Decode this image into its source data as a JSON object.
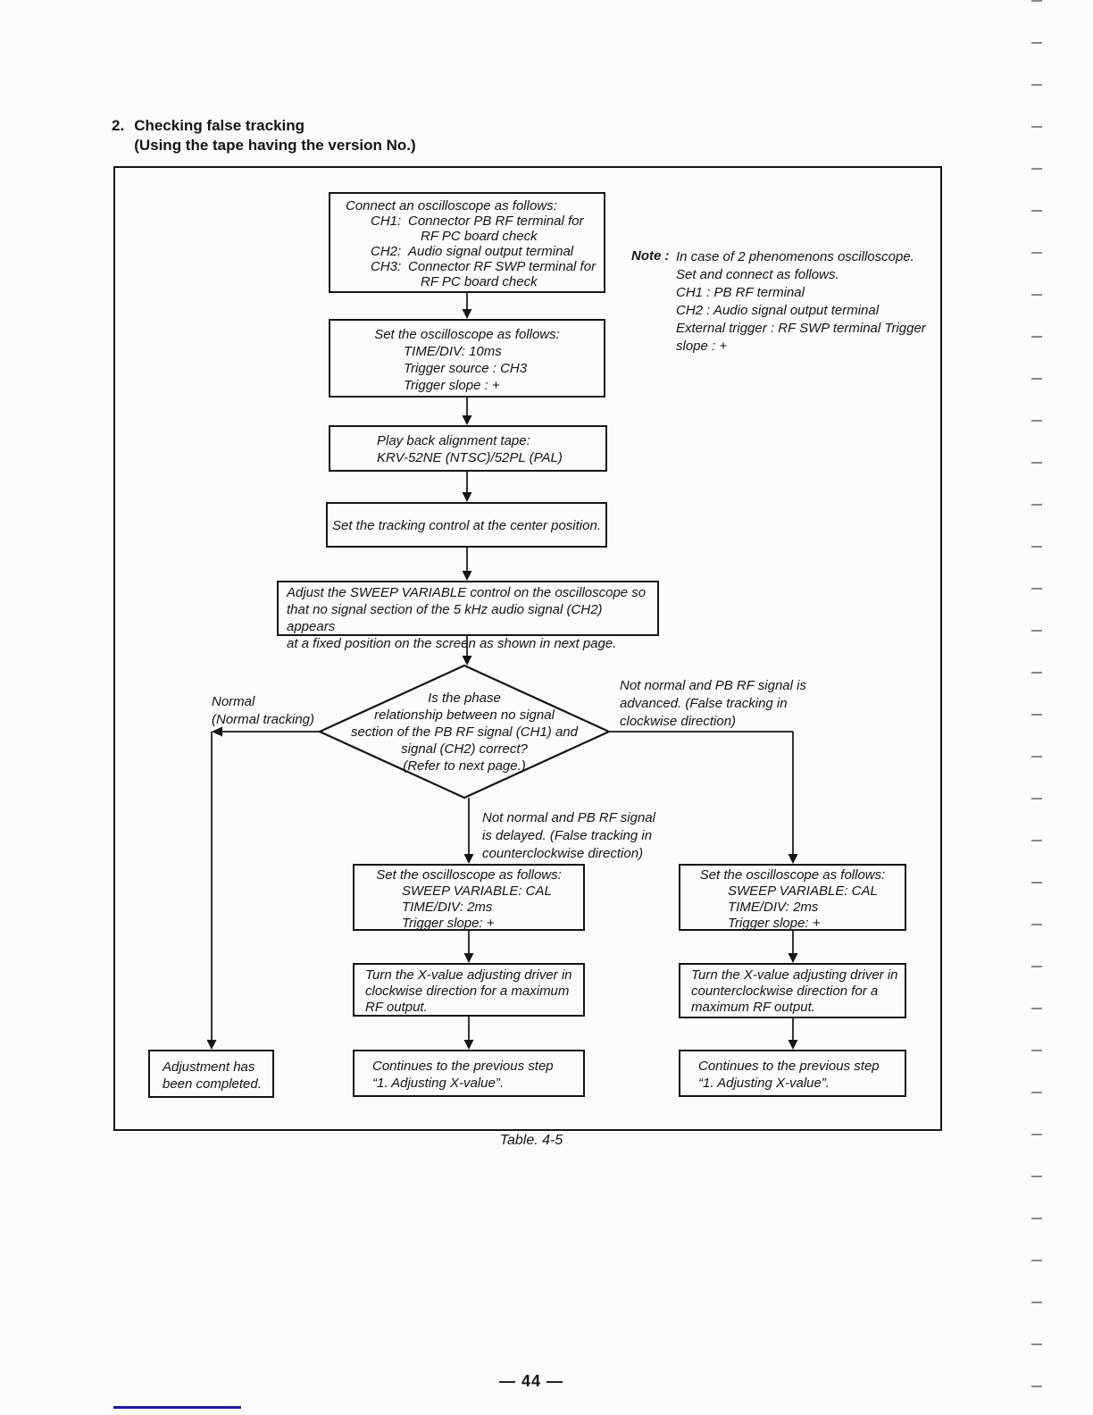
{
  "page": {
    "heading_number": "2.",
    "heading_title": "Checking false tracking",
    "heading_subtitle": "(Using the tape having the version No.)",
    "table_caption": "Table. 4-5",
    "page_number": "— 44 —"
  },
  "note": {
    "label": "Note :",
    "text": "In case of 2 phenomenons oscilloscope.\nSet and connect as follows.\nCH1 : PB RF terminal\nCH2 : Audio signal output terminal\nExternal trigger : RF SWP terminal Trigger\nslope : +"
  },
  "flow": {
    "connect": {
      "title": "Connect an oscilloscope as follows:",
      "rows": [
        {
          "label": "CH1:",
          "line1": "Connector PB RF terminal for",
          "line2": "RF PC board check"
        },
        {
          "label": "CH2:",
          "line1": "Audio signal output terminal",
          "line2": ""
        },
        {
          "label": "CH3:",
          "line1": "Connector RF SWP terminal for",
          "line2": "RF PC board check"
        }
      ]
    },
    "scope_setup_1": {
      "title": "Set the oscilloscope as follows:",
      "lines": "TIME/DIV: 10ms\nTrigger source : CH3\nTrigger slope : +"
    },
    "playback": {
      "text": "Play back alignment tape:\nKRV-52NE (NTSC)/52PL (PAL)"
    },
    "tracking_center": {
      "text": "Set the tracking control at the center position."
    },
    "sweep_adjust": {
      "text": "Adjust the SWEEP VARIABLE control on the oscilloscope so\nthat no signal section of the 5 kHz audio signal (CH2) appears\nat a fixed position on the screen as shown in next page."
    },
    "decision": {
      "text": "Is the phase\nrelationship between no signal\nsection of the PB RF signal (CH1) and\nsignal (CH2) correct?\n(Refer to next page.)"
    },
    "branch_normal": "Normal\n(Normal tracking)",
    "branch_advanced": "Not normal and PB RF signal is\nadvanced. (False tracking in\nclockwise direction)",
    "branch_delayed": "Not normal and PB RF signal\nis delayed. (False tracking in\ncounterclockwise direction)",
    "scope_setup_delayed": {
      "title": "Set the oscilloscope as follows:",
      "lines": "SWEEP VARIABLE: CAL\nTIME/DIV: 2ms\nTrigger slope: +"
    },
    "scope_setup_advanced": {
      "title": "Set the oscilloscope as follows:",
      "lines": "SWEEP VARIABLE: CAL\nTIME/DIV: 2ms\nTrigger slope: +"
    },
    "turn_clockwise": {
      "text": "Turn the X-value adjusting driver in\nclockwise direction for a maximum\nRF output."
    },
    "turn_counterclockwise": {
      "text": "Turn the X-value adjusting driver in\ncounterclockwise direction for a\nmaximum RF output."
    },
    "completed": {
      "text": "Adjustment has\nbeen completed."
    },
    "continue_delayed": {
      "text": "Continues to the previous step\n“1. Adjusting X-value”."
    },
    "continue_advanced": {
      "text": "Continues to the previous step\n“1. Adjusting X-value”."
    }
  },
  "colors": {
    "ink": "#141414",
    "underline_blue": "#1b1b9e"
  }
}
